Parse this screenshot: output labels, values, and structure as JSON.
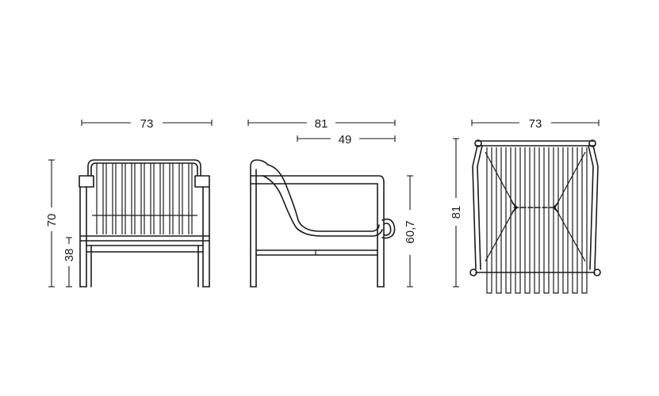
{
  "front_view": {
    "width": "73",
    "height_total": "70",
    "height_seat": "38"
  },
  "side_view": {
    "depth_total": "81",
    "depth_seat": "49",
    "height_arm": "60,7"
  },
  "top_view": {
    "width": "73",
    "depth": "81"
  }
}
